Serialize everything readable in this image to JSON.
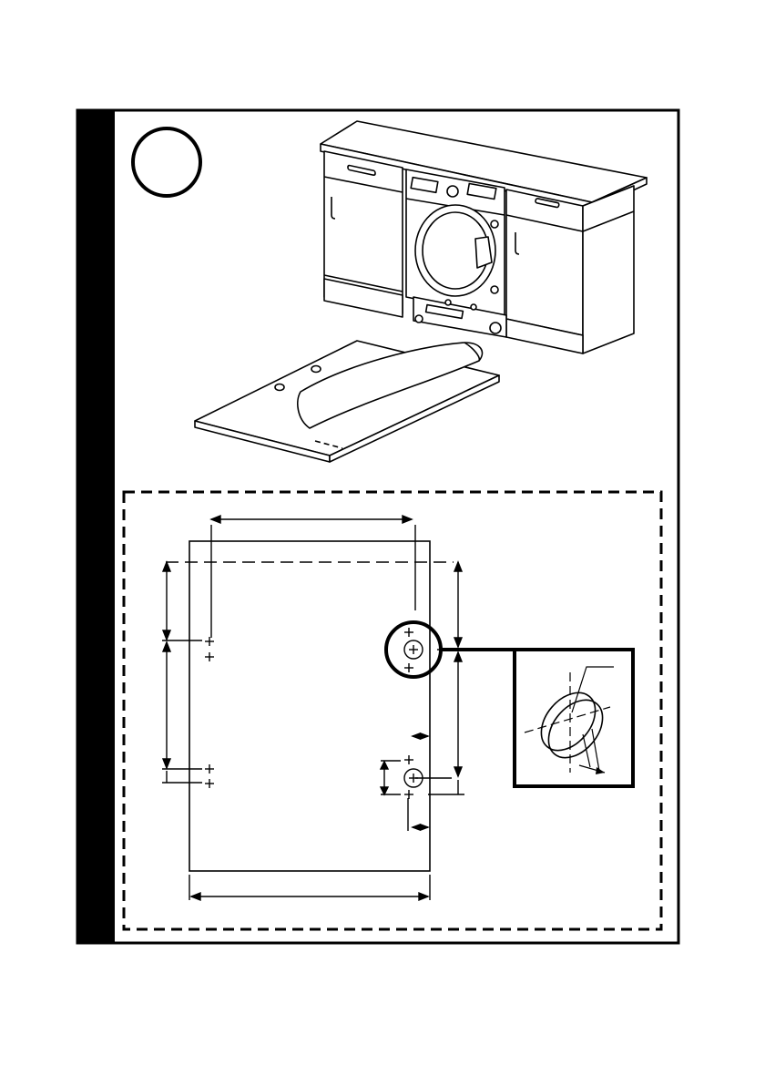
{
  "page": {
    "step_badge": {
      "number": ""
    },
    "illustration": {
      "appliance": "washing-machine-built-in",
      "template_sheet": "paper-template"
    },
    "drawing": {
      "dimension_labels": [],
      "detail_callout": "hole-detail"
    },
    "colors": {
      "ink": "#000000",
      "paper": "#ffffff"
    }
  }
}
